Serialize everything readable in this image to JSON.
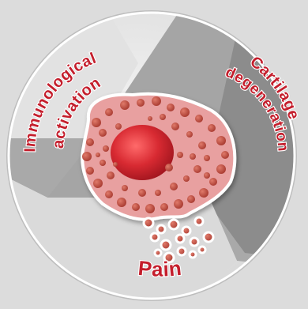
{
  "labels": {
    "immunological": "Immunological",
    "activation": "activation",
    "cartilage": "Cartilage",
    "degeneration": "degeneration",
    "pain": "Pain"
  },
  "colors": {
    "text": "#c41e2c",
    "cell_fill": "#e8a0a0",
    "nucleus": "#d42832",
    "granule": "#c14a3e",
    "circle_bg": "#e6e6e6",
    "band_dark": "#8a8a8a"
  }
}
